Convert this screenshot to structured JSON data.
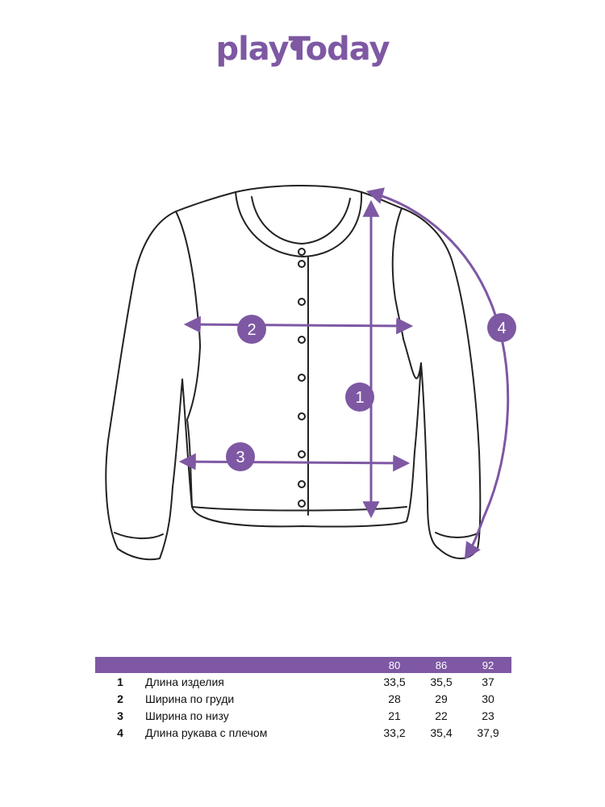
{
  "brand": {
    "logo_text": "playToday",
    "accent_color": "#7e58a3"
  },
  "markers": [
    {
      "label": "1"
    },
    {
      "label": "2"
    },
    {
      "label": "3"
    },
    {
      "label": "4"
    }
  ],
  "size_table": {
    "sizes": [
      "80",
      "86",
      "92"
    ],
    "rows": [
      {
        "num": "1",
        "name": "Длина изделия",
        "values": [
          "33,5",
          "35,5",
          "37"
        ]
      },
      {
        "num": "2",
        "name": "Ширина по груди",
        "values": [
          "28",
          "29",
          "30"
        ]
      },
      {
        "num": "3",
        "name": "Ширина по низу",
        "values": [
          "21",
          "22",
          "23"
        ]
      },
      {
        "num": "4",
        "name": "Длина рукава с плечом",
        "values": [
          "33,2",
          "35,4",
          "37,9"
        ]
      }
    ]
  }
}
